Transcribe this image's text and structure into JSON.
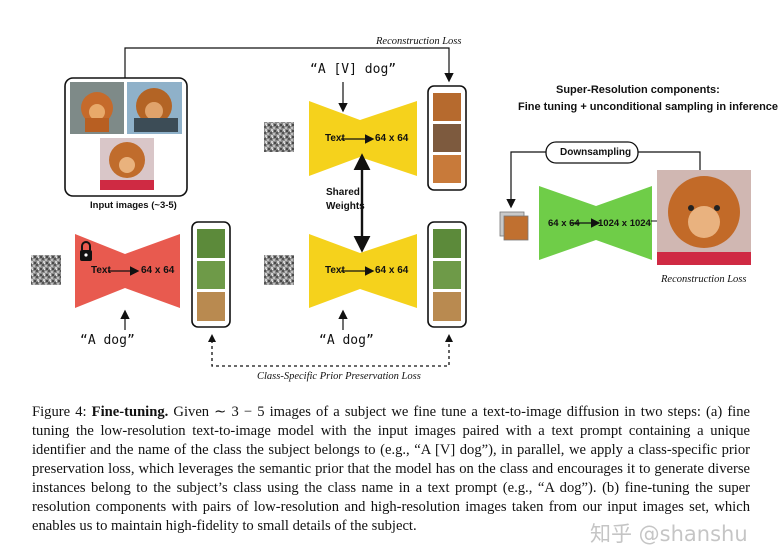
{
  "figure": {
    "recon_loss_top": "Reconstruction Loss",
    "recon_loss_right": "Reconstruction Loss",
    "prior_loss": "Class-Specific Prior Preservation Loss",
    "input_images_label": "Input images (~3-5)",
    "prompt_top": "“A [V] dog”",
    "prompt_left": "“A dog”",
    "prompt_mid": "“A dog”",
    "shared_weights_line1": "Shared",
    "shared_weights_line2": "Weights",
    "net_text_label": "Text",
    "net_res_label": "64 x 64",
    "sr_title_line1": "Super-Resolution components:",
    "sr_title_line2": "Fine tuning + unconditional sampling in inference",
    "downsampling_label": "Downsampling",
    "sr_in": "64 x 64",
    "sr_out": "1024 x 1024",
    "colors": {
      "red_net": "#e85a4f",
      "yellow_net": "#f5d21c",
      "green_net": "#6fcd48"
    }
  },
  "caption": {
    "figure_number": "Figure 4:",
    "heading": "Fine-tuning.",
    "body": "Given ∼ 3 − 5 images of a subject we fine tune a text-to-image diffusion in two steps: (a) fine tuning the low-resolution text-to-image model with the input images paired with a text prompt containing a unique identifier and the name of the class the subject belongs to (e.g., “A [V] dog”), in parallel, we apply a class-specific prior preservation loss, which leverages the semantic prior that the model has on the class and encourages it to generate diverse instances belong to the subject’s class using the class name in a text prompt (e.g., “A dog”). (b) fine-tuning the super resolution components with pairs of low-resolution and high-resolution images taken from our input images set, which enables us to maintain high-fidelity to small details of the subject."
  },
  "watermark": "知乎 @shanshu"
}
